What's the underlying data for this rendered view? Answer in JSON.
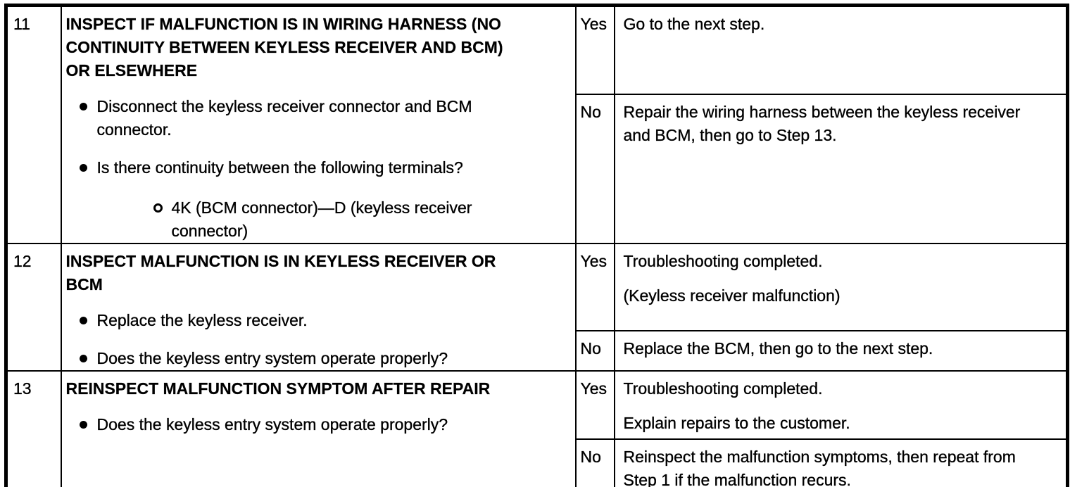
{
  "table": {
    "steps": [
      {
        "number": "11",
        "title_lines": [
          "INSPECT IF MALFUNCTION IS IN WIRING HARNESS (NO",
          "CONTINUITY BETWEEN KEYLESS RECEIVER AND BCM)",
          "OR ELSEWHERE"
        ],
        "items": [
          {
            "lines": [
              "Disconnect the keyless receiver connector and BCM",
              "connector."
            ]
          },
          {
            "lines": [
              "Is there continuity between the following terminals?"
            ]
          },
          {
            "lines": [
              "4K (BCM connector)—D (keyless receiver",
              "connector)"
            ]
          }
        ],
        "results": [
          {
            "answer": "Yes",
            "lines": [
              "Go to the next step."
            ]
          },
          {
            "answer": "No",
            "lines": [
              "Repair the wiring harness between the keyless receiver",
              "and BCM, then go to Step 13."
            ]
          }
        ]
      },
      {
        "number": "12",
        "title_lines": [
          "INSPECT MALFUNCTION IS IN KEYLESS RECEIVER OR",
          "BCM"
        ],
        "items": [
          {
            "lines": [
              "Replace the keyless receiver."
            ]
          },
          {
            "lines": [
              "Does the keyless entry system operate properly?"
            ]
          }
        ],
        "results": [
          {
            "answer": "Yes",
            "lines": [
              "Troubleshooting completed.",
              "",
              "(Keyless receiver malfunction)"
            ]
          },
          {
            "answer": "No",
            "lines": [
              "Replace the BCM, then go to the next step."
            ]
          }
        ]
      },
      {
        "number": "13",
        "title_lines": [
          "REINSPECT MALFUNCTION SYMPTOM AFTER REPAIR"
        ],
        "items": [
          {
            "lines": [
              "Does the keyless entry system operate properly?"
            ]
          }
        ],
        "results": [
          {
            "answer": "Yes",
            "lines": [
              "Troubleshooting completed.",
              "",
              "Explain repairs to the customer."
            ]
          },
          {
            "answer": "No",
            "lines": [
              "Reinspect the malfunction symptoms, then repeat from",
              "Step 1 if the malfunction recurs."
            ]
          }
        ]
      }
    ]
  }
}
